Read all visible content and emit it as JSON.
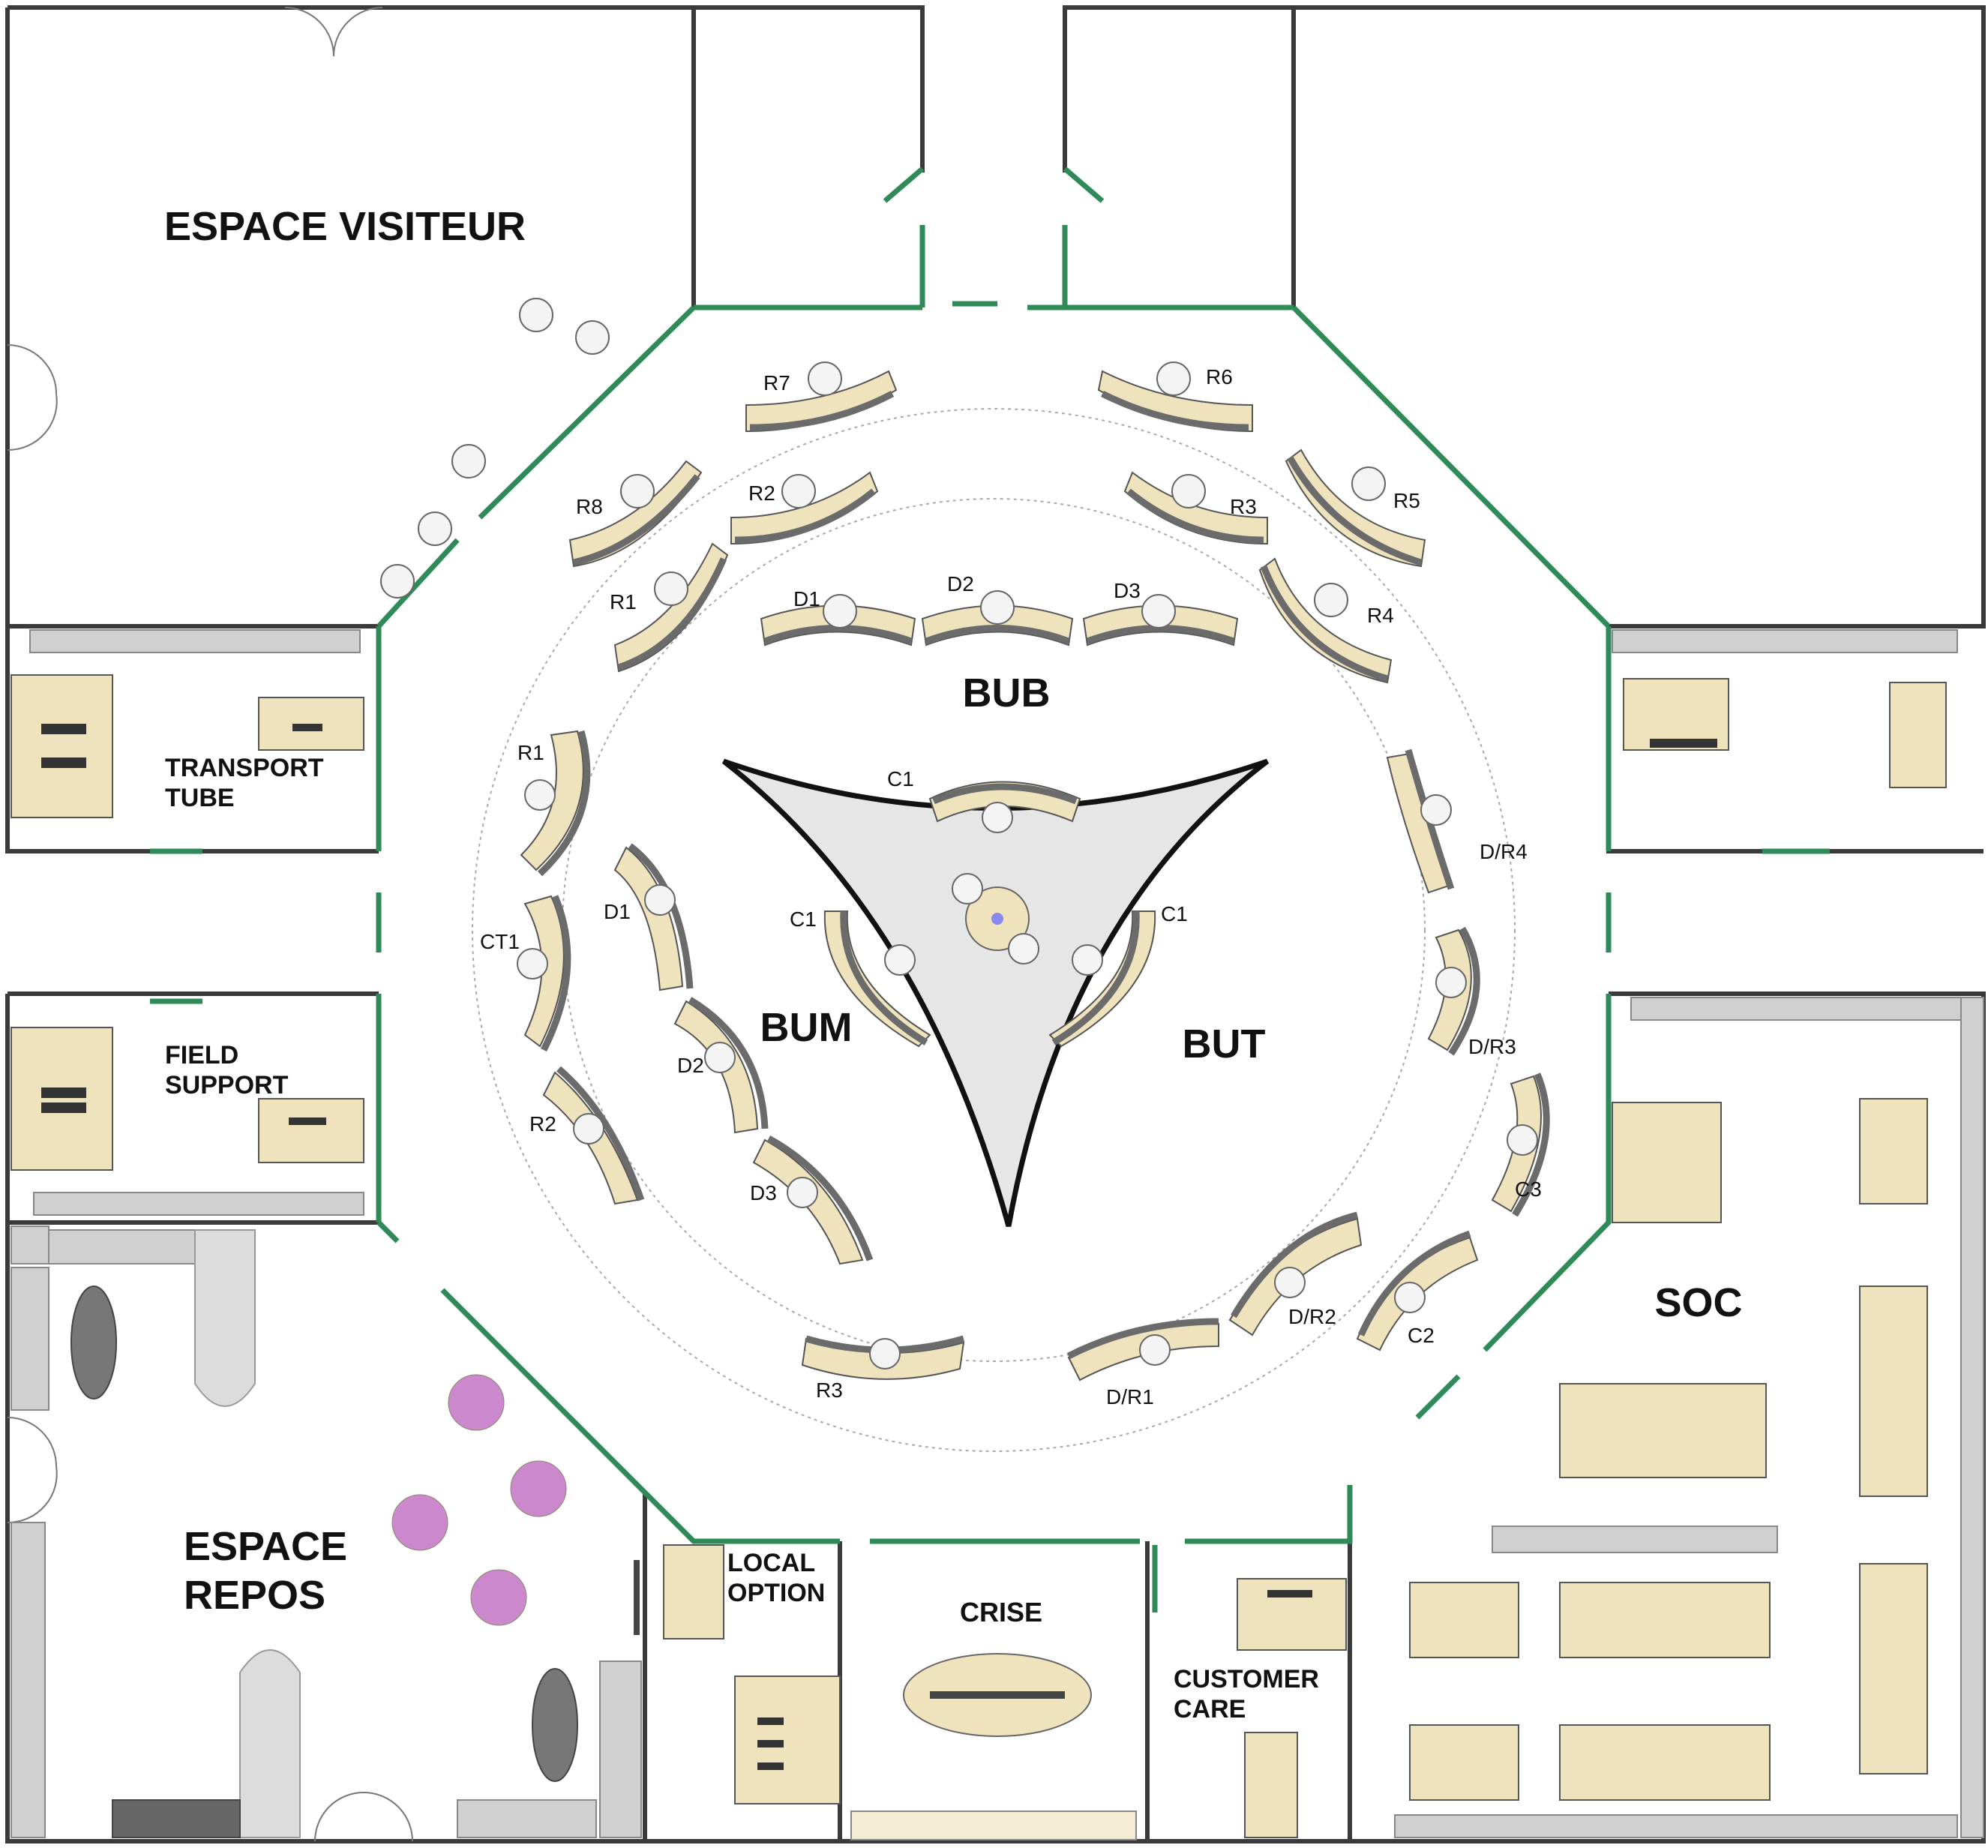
{
  "rooms": {
    "espace_visiteur": "ESPACE VISITEUR",
    "transport_tube_1": "TRANSPORT",
    "transport_tube_2": "TUBE",
    "field_support_1": "FIELD",
    "field_support_2": "SUPPORT",
    "espace_repos_1": "ESPACE",
    "espace_repos_2": "REPOS",
    "local_option_1": "LOCAL",
    "local_option_2": "OPTION",
    "crise": "CRISE",
    "customer_care_1": "CUSTOMER",
    "customer_care_2": "CARE",
    "soc": "SOC",
    "bub": "BUB",
    "bum": "BUM",
    "but": "BUT"
  },
  "workstations": {
    "r7": "R7",
    "r6": "R6",
    "r8": "R8",
    "r2_top": "R2",
    "r3_top": "R3",
    "r5": "R5",
    "r1_top": "R1",
    "r4": "R4",
    "d1_top": "D1",
    "d2_top": "D2",
    "d3_top": "D3",
    "c1_top": "C1",
    "c1_left": "C1",
    "c1_right": "C1",
    "r1_left": "R1",
    "ct1": "CT1",
    "r2_left": "R2",
    "d1_left": "D1",
    "d2_left": "D2",
    "d3_left": "D3",
    "dr4": "D/R4",
    "dr3": "D/R3",
    "c3": "C3",
    "dr2": "D/R2",
    "c2": "C2",
    "dr1": "D/R1",
    "r3_bottom": "R3"
  },
  "colors": {
    "outer_wall": "#3a3a3a",
    "glass_wall": "#2e8b57",
    "desk": "#efe3bd",
    "center_triangle": "#e6e6e6",
    "lounge_table": "#cc88cc"
  }
}
